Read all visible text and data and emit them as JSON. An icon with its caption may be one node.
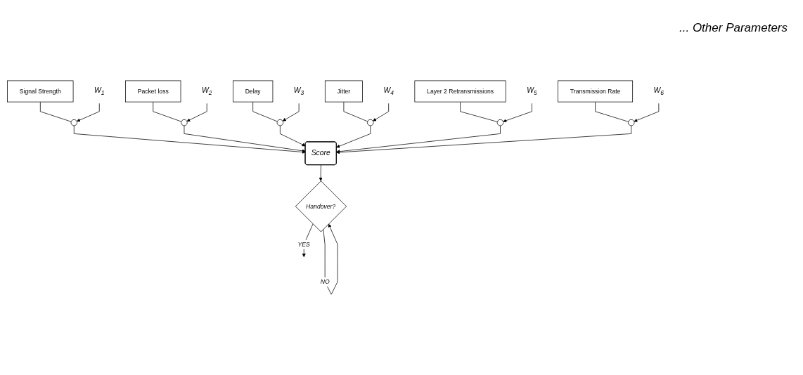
{
  "diagram": {
    "nodes": [
      {
        "text": [
          "Signal Strength"
        ]
      },
      {
        "text": [
          "Packet loss"
        ]
      },
      {
        "text": [
          "Delay"
        ]
      },
      {
        "text": [
          "Jitter"
        ]
      },
      {
        "text": [
          "Layer 2 Retransmissions"
        ]
      },
      {
        "text": [
          "Transmission Rate"
        ]
      },
      {
        "text": [
          "W$_{1}$"
        ]
      },
      {
        "text": [],
        "shape": "circle"
      },
      {
        "text": [
          "W$_{2}$"
        ]
      },
      {
        "text": [],
        "shape": "circle"
      },
      {
        "text": [
          "W$_{3}$"
        ]
      },
      {
        "text": [],
        "shape": "circle"
      },
      {
        "text": [
          "W$_{4}$"
        ]
      },
      {
        "text": [],
        "shape": "circle"
      },
      {
        "text": [
          "W$_{5}$"
        ]
      },
      {
        "text": [],
        "shape": "circle"
      },
      {
        "text": [
          "W$_{6}$"
        ]
      },
      {
        "text": [],
        "shape": "circle"
      },
      {
        "text": [
          "Score"
        ]
      },
      {
        "text": [
          "Handover?"
        ]
      }
    ],
    "edges": [
      {
        "from": 0,
        "to": 7,
        "arrow": "none"
      },
      {
        "from": 1,
        "to": 9,
        "arrow": "none"
      },
      {
        "from": 2,
        "to": 11,
        "arrow": "none"
      },
      {
        "from": 3,
        "to": 13,
        "arrow": "none"
      },
      {
        "from": 4,
        "to": 15,
        "arrow": "none"
      },
      {
        "from": 5,
        "to": 17,
        "arrow": "none"
      },
      {
        "from": 6,
        "to": 7,
        "arrow": "to"
      },
      {
        "from": 8,
        "to": 9,
        "arrow": "to"
      },
      {
        "from": 10,
        "to": 11,
        "arrow": "to"
      },
      {
        "from": 12,
        "to": 13,
        "arrow": "to"
      },
      {
        "from": 14,
        "to": 15,
        "arrow": "to"
      },
      {
        "from": 16,
        "to": 17,
        "arrow": "to"
      },
      {
        "from": 7,
        "to": 18,
        "arrow": "to"
      },
      {
        "from": 9,
        "to": 18,
        "arrow": "to"
      },
      {
        "from": 11,
        "to": 18,
        "arrow": "to"
      },
      {
        "from": 13,
        "to": 18,
        "arrow": "to"
      },
      {
        "from": 15,
        "to": 18,
        "arrow": "to"
      },
      {
        "from": 17,
        "to": 18,
        "arrow": "to"
      },
      {
        "from": 18,
        "to": 19,
        "arrow": "to"
      },
      {
        "from": 19,
        "to": 19,
        "label": "NO",
        "arrow": "to"
      },
      {
        "from": 19,
        "to": null,
        "label": "YES",
        "arrow": "to"
      }
    ],
    "labels": [
      "... Other Parameters"
    ]
  }
}
